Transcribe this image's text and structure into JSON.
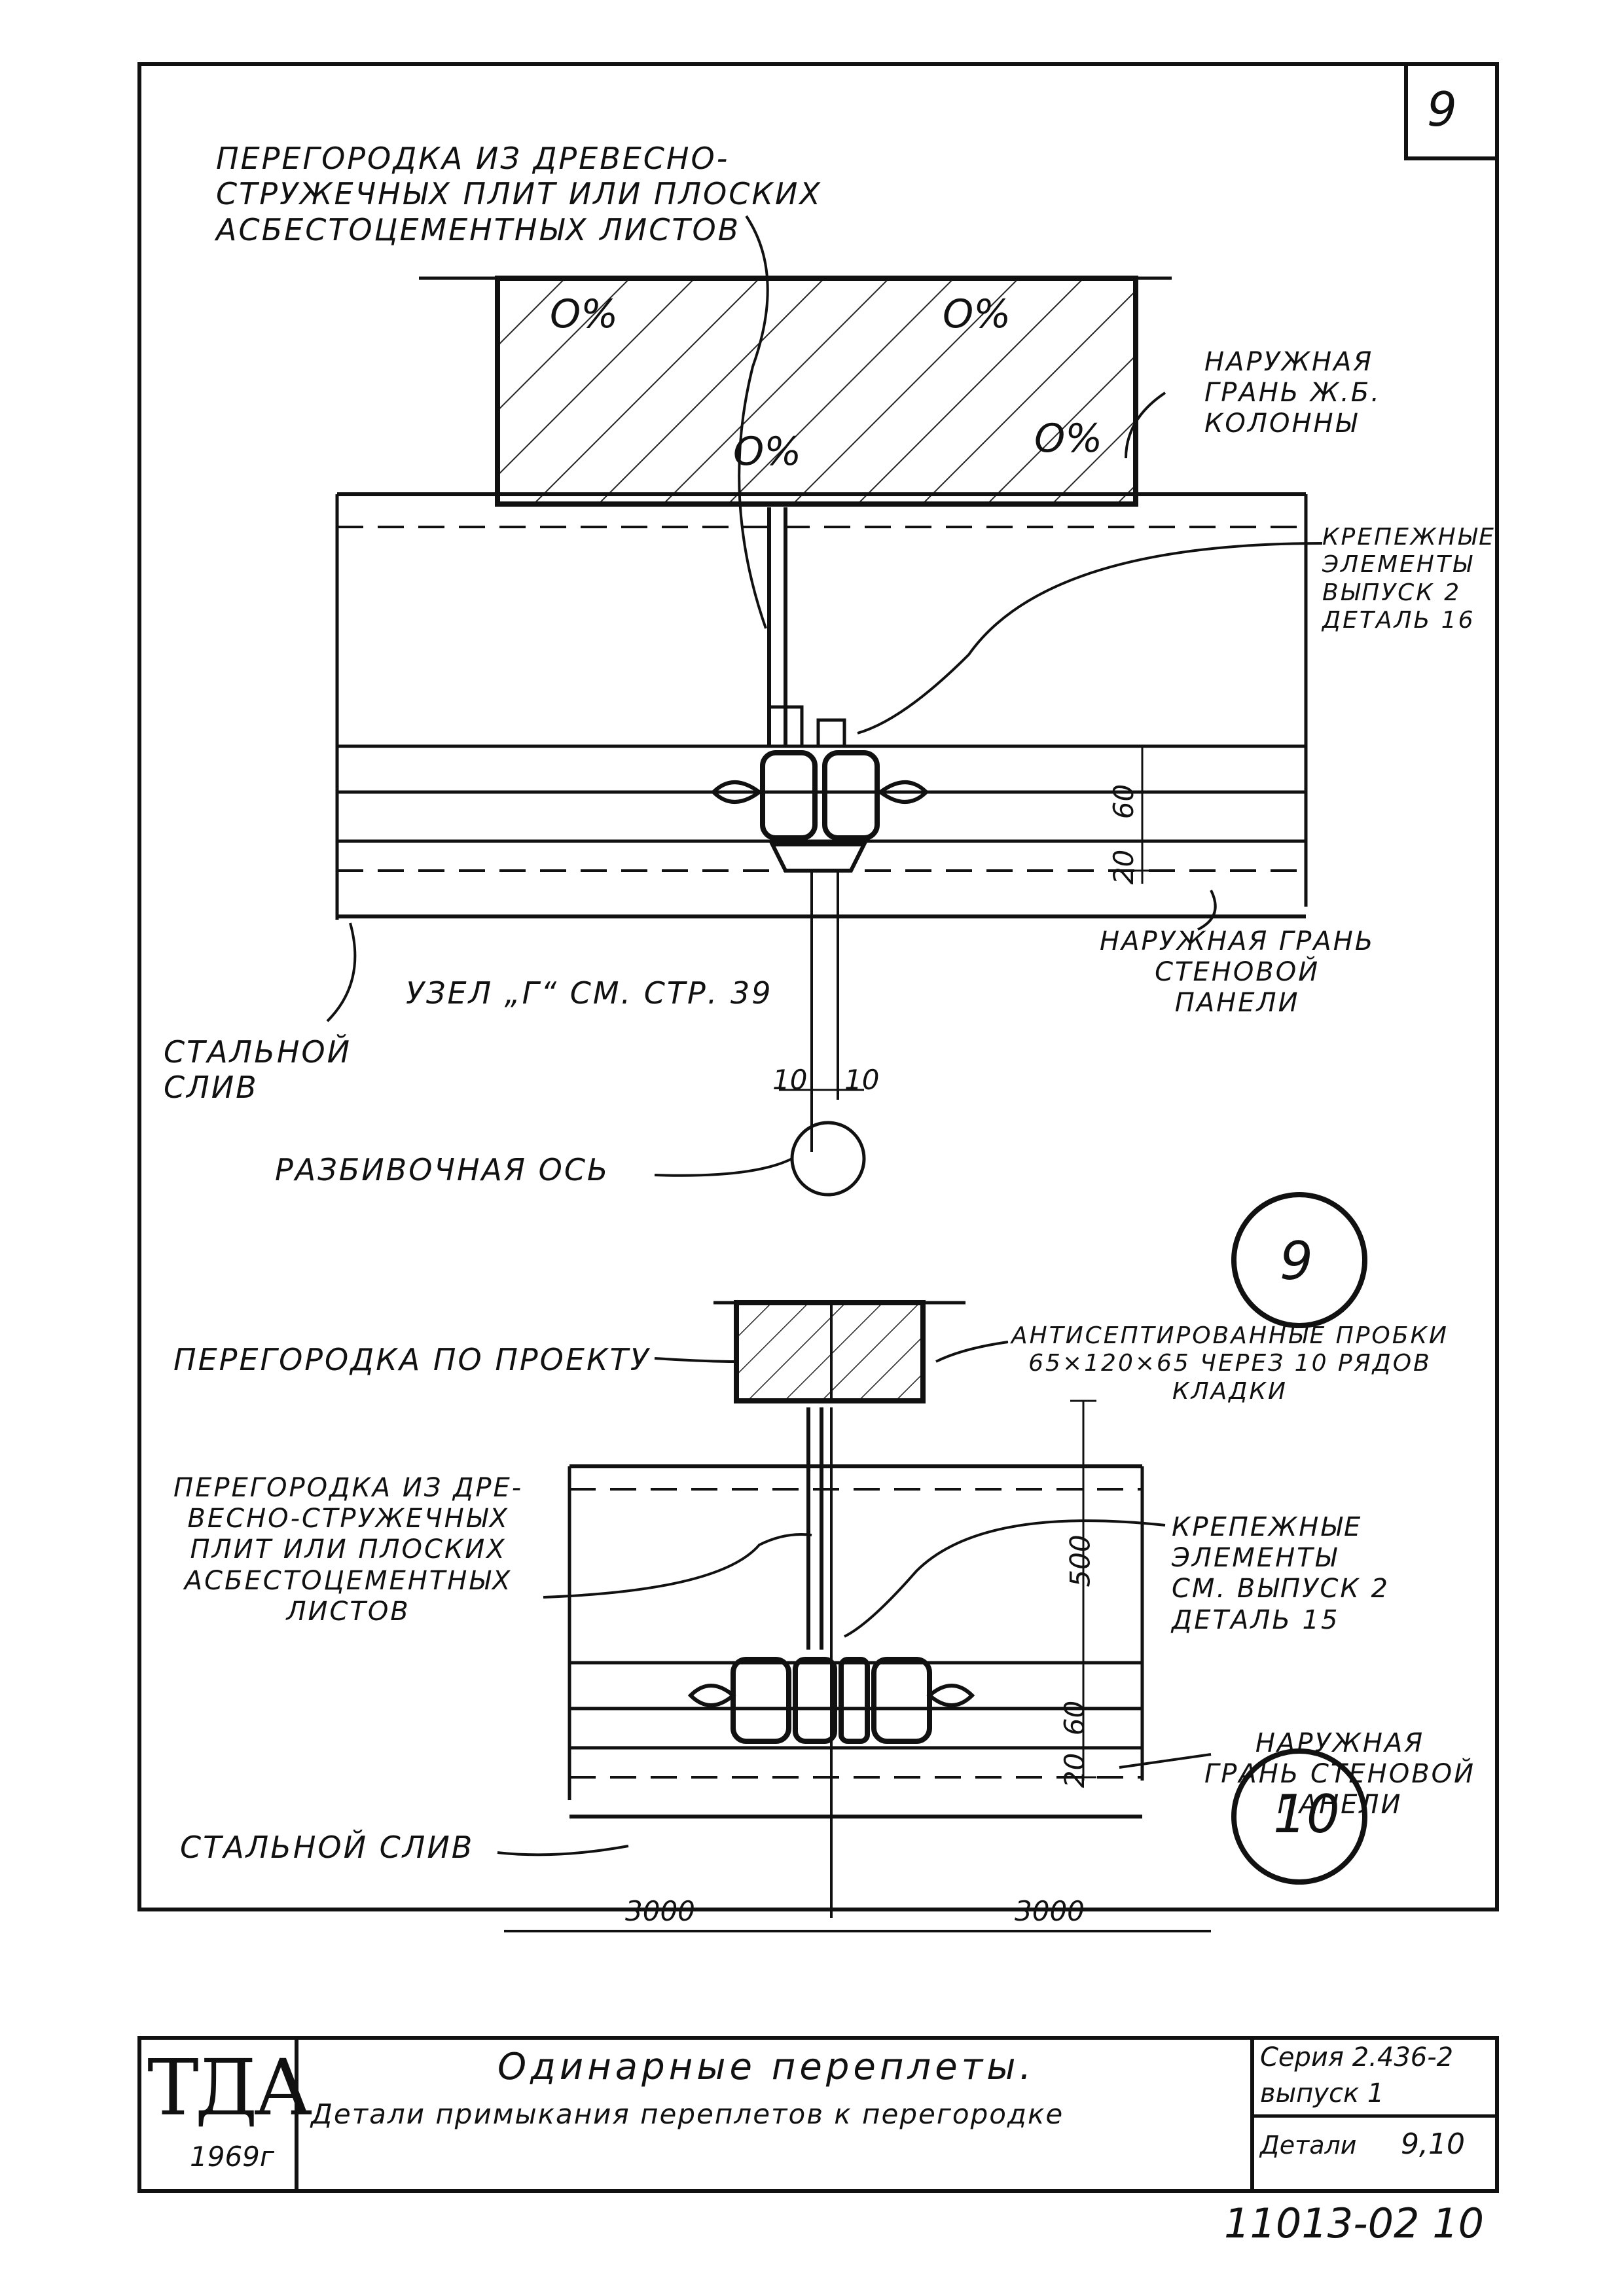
{
  "sheet_number": "9",
  "detail9": {
    "partition_label": [
      "Перегородка из древесно-",
      "стружечных плит или плоских",
      "асбестоцементных листов"
    ],
    "column_face_label": [
      "Наружная",
      "грань ж.б.",
      "колонны"
    ],
    "fasteners_label": [
      "Крепежные",
      "элементы",
      "выпуск 2",
      "деталь 16"
    ],
    "panel_face_label": [
      "Наружная грань",
      "стеновой",
      "панели"
    ],
    "node_ref": "Узел „Г“ см. стр. 39",
    "steel_drip": [
      "Стальной",
      "слив"
    ],
    "axis_label": "Разбивочная ось",
    "dims": {
      "d60": "60",
      "d20": "20",
      "d10a": "10",
      "d10b": "10"
    },
    "circle": "9"
  },
  "detail10": {
    "partition_project": "Перегородка по проекту",
    "plugs_label": [
      "Антисептированные пробки",
      "65×120×65 через 10 рядов",
      "кладки"
    ],
    "partition_label": [
      "Перегородка из дре-",
      "весно-стружечных",
      "плит или плоских",
      "асбестоцементных",
      "листов"
    ],
    "fasteners_label": [
      "Крепежные",
      "элементы",
      "см. выпуск 2",
      "деталь 15"
    ],
    "panel_face_label": [
      "Наружная",
      "грань стеновой",
      "панели"
    ],
    "steel_drip": "Стальной слив",
    "dims": {
      "d500": "500",
      "d60": "60",
      "d20": "20",
      "left": "3000",
      "right": "3000"
    },
    "circle": "10"
  },
  "title_block": {
    "logo": "ТДА",
    "year": "1969г",
    "title": "Одинарные переплеты.",
    "subtitle": "Детали примыкания переплетов к перегородке",
    "series": "Серия 2.436-2",
    "issue": "выпуск 1",
    "detail_label": "Детали",
    "detail_value": "9,10"
  },
  "doc_number": "11013-02 10"
}
